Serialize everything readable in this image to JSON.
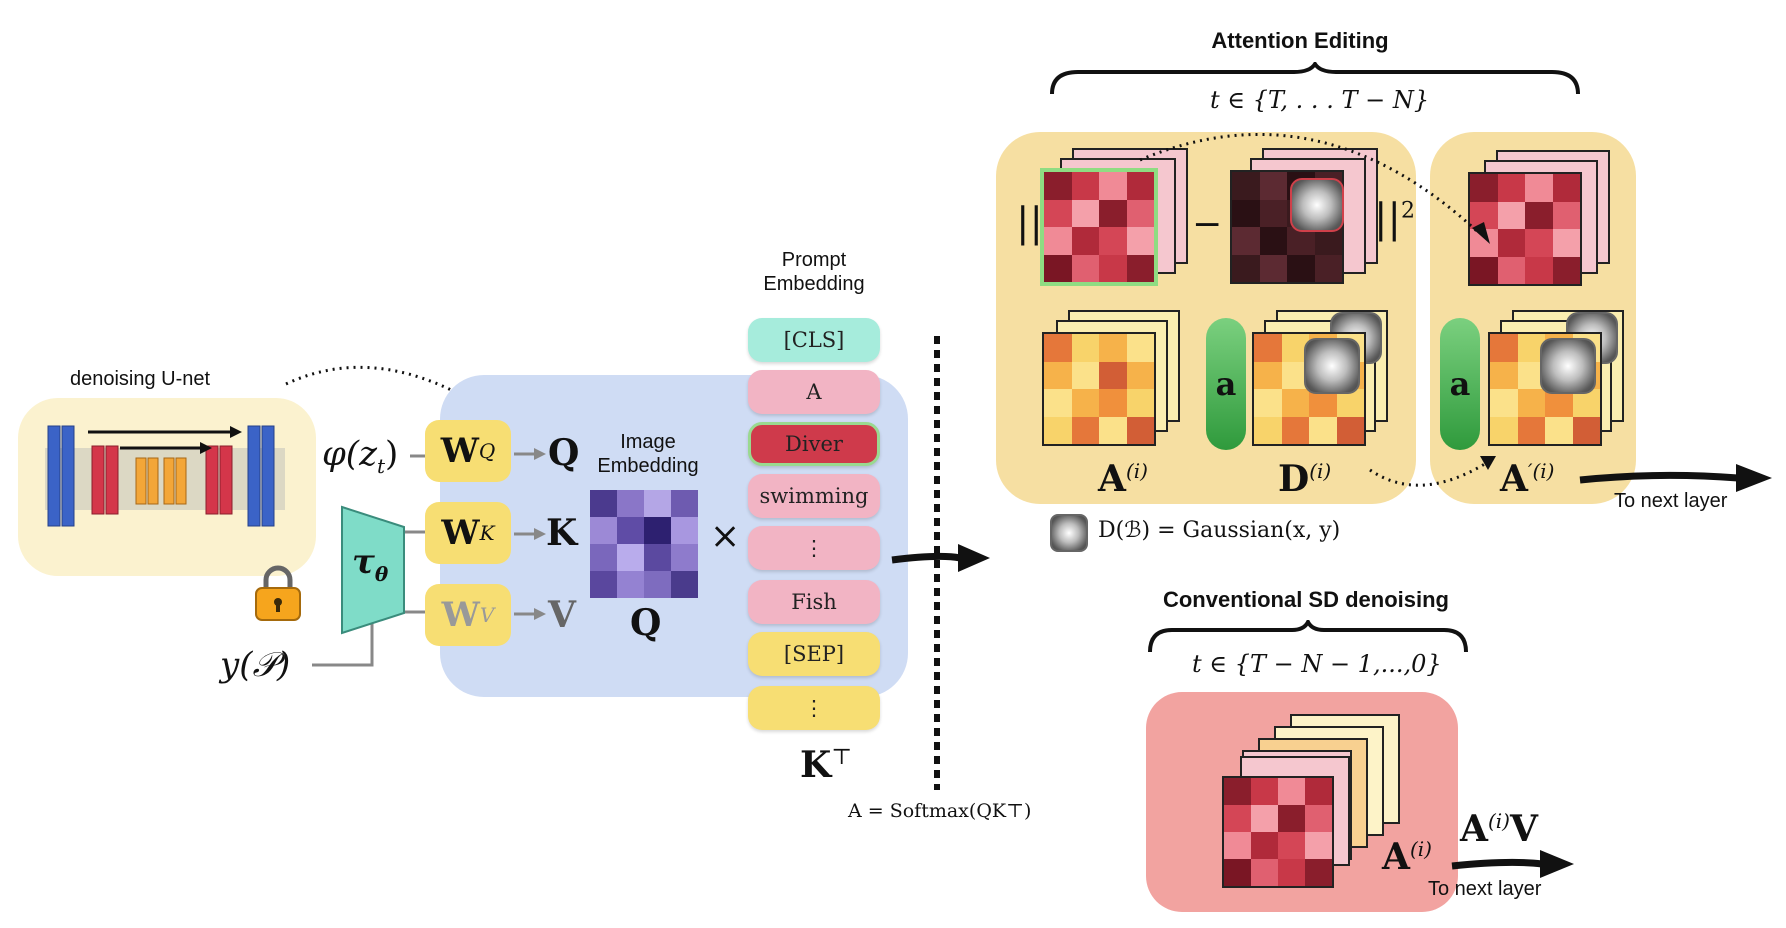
{
  "unet": {
    "label": "denoising U-net"
  },
  "inputs": {
    "phi": "φ(z",
    "phi_sub": "t",
    "phi_close": ")",
    "y": "y(𝒫)",
    "tau": "τ",
    "tau_sub": "θ"
  },
  "weights": [
    {
      "w": "W",
      "sub": "Q",
      "out": "Q"
    },
    {
      "w": "W",
      "sub": "K",
      "out": "K"
    },
    {
      "w": "W",
      "sub": "V",
      "out": "V"
    }
  ],
  "image_embedding": {
    "label_line1": "Image",
    "label_line2": "Embedding",
    "symbol": "Q",
    "times": "×"
  },
  "prompt_embedding": {
    "label_line1": "Prompt",
    "label_line2": "Embedding",
    "tokens": [
      "[CLS]",
      "A",
      "Diver",
      "swimming",
      "⋮",
      "Fish",
      "[SEP]",
      "⋮"
    ],
    "symbol": "K",
    "symbol_sup": "⊤"
  },
  "softmax_formula": "A = Softmax(QK⊤)",
  "attention_editing": {
    "title": "Attention Editing",
    "range": "t ∈ {T, . . . T − N}",
    "norm_open": "||",
    "minus": "−",
    "norm_close": "||",
    "norm_sup": "2",
    "a_label": "A",
    "a_sup": "(i)",
    "d_label": "D",
    "d_sup": "(i)",
    "pill": "a",
    "a_prime_label": "A",
    "a_prime_sup": "′(i)",
    "next_layer": "To next layer",
    "gaussian_formula": "D(ℬ) = Gaussian(x, y)"
  },
  "conventional": {
    "title": "Conventional SD denoising",
    "range": "t ∈ {T − N − 1,...,0}",
    "a_label": "A",
    "a_sup": "(i)",
    "av_label": "A",
    "av_sup": "(i)",
    "av_v": "V",
    "next_layer": "To next layer"
  },
  "colors": {
    "blue_panel": "#cfdcf4",
    "yellow_panel": "#f6dfa2",
    "red_panel": "#f2a3a0",
    "cls": "#a6ecdc",
    "pink": "#f2b4c4",
    "diver": "#cf3a4b",
    "sep": "#f7de73",
    "tau": "#7fdcc8"
  }
}
